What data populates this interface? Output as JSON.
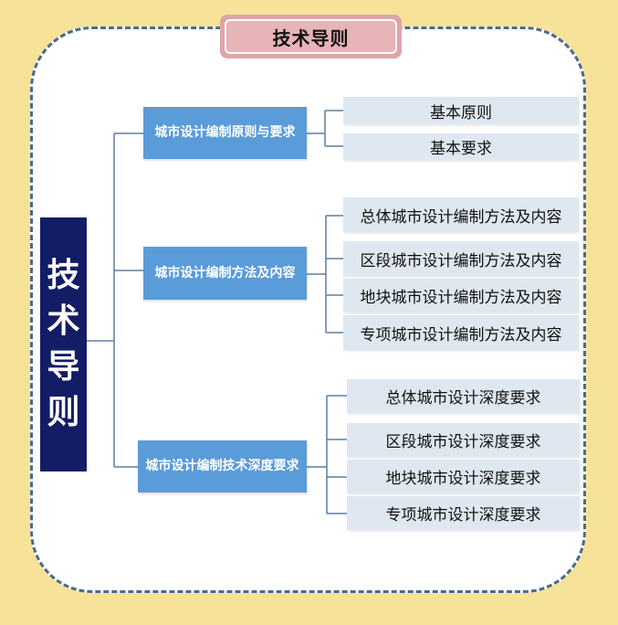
{
  "title": "技术导则",
  "root": {
    "label": "技术导则",
    "chars": [
      "技",
      "术",
      "导",
      "则"
    ]
  },
  "groups": [
    {
      "label": "城市设计编制原则与要求",
      "items": [
        "基本原则",
        "基本要求"
      ]
    },
    {
      "label": "城市设计编制方法及内容",
      "items": [
        "总体城市设计编制方法及内容",
        "区段城市设计编制方法及内容",
        "地块城市设计编制方法及内容",
        "专项城市设计编制方法及内容"
      ]
    },
    {
      "label": "城市设计编制技术深度要求",
      "items": [
        "总体城市设计深度要求",
        "区段城市设计深度要求",
        "地块城市设计深度要求",
        "专项城市设计深度要求"
      ]
    }
  ],
  "colors": {
    "background": "#f7e29a",
    "panel_border": "#4a6b8a",
    "root_fill": "#121d66",
    "mid_fill": "#5a9bd9",
    "leaf_fill": "#dfe8f0",
    "title_fill": "#dea5a8",
    "line": "#5c7ea0"
  }
}
